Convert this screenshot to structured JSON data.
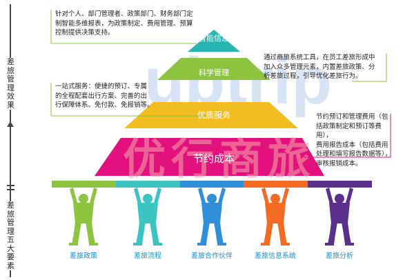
{
  "side": {
    "top_label": "差旅管理效果",
    "bottom_label": "差旅管理五大要素"
  },
  "watermark": {
    "latin": "ubtrip",
    "chinese": "优行商旅"
  },
  "pyramid": {
    "layers": [
      {
        "label": "智能信息",
        "color": "#27b5b0"
      },
      {
        "label": "科学管理",
        "color": "#8cc43f"
      },
      {
        "label": "优质服务",
        "color": "#f2be1f"
      },
      {
        "label": "节约成本",
        "color": "#e3117e"
      }
    ]
  },
  "notes": [
    {
      "text": "针对个人、部门管理者、政策部门、财务部门定\n制智能多维报表，为政策制定、费用管理、预算\n控制提供决策支持。"
    },
    {
      "text": "通过商旅系统工具，在员工差旅形成中\n加入众多管理元素，内置差旅政策、分\n析差旅过程，引导优化差旅行为。"
    },
    {
      "text": "一站式服务：便捷的预订、专属\n的全程配套出行方案、完善的出\n行保障体系、免付款、免报销等。"
    },
    {
      "text": "节约预订和管理费用（包\n括政策制定和预订等费用），\n费用报告成本（包括费用\n处理和填写报告数据等），\n审核报销成本。"
    }
  ],
  "pillars": [
    {
      "label": "差旅政策",
      "color": "#8cc43f"
    },
    {
      "label": "差旅流程",
      "color": "#3cc4c0"
    },
    {
      "label": "差旅合作伙伴",
      "color": "#2f8fd8"
    },
    {
      "label": "差旅信息系统",
      "color": "#f36a22"
    },
    {
      "label": "差旅分析",
      "color": "#5b2f8c"
    }
  ],
  "colors": {
    "label_color": "#1e8fc9",
    "note_border": "#8cc43f",
    "note_border_2": "#e3117e"
  }
}
